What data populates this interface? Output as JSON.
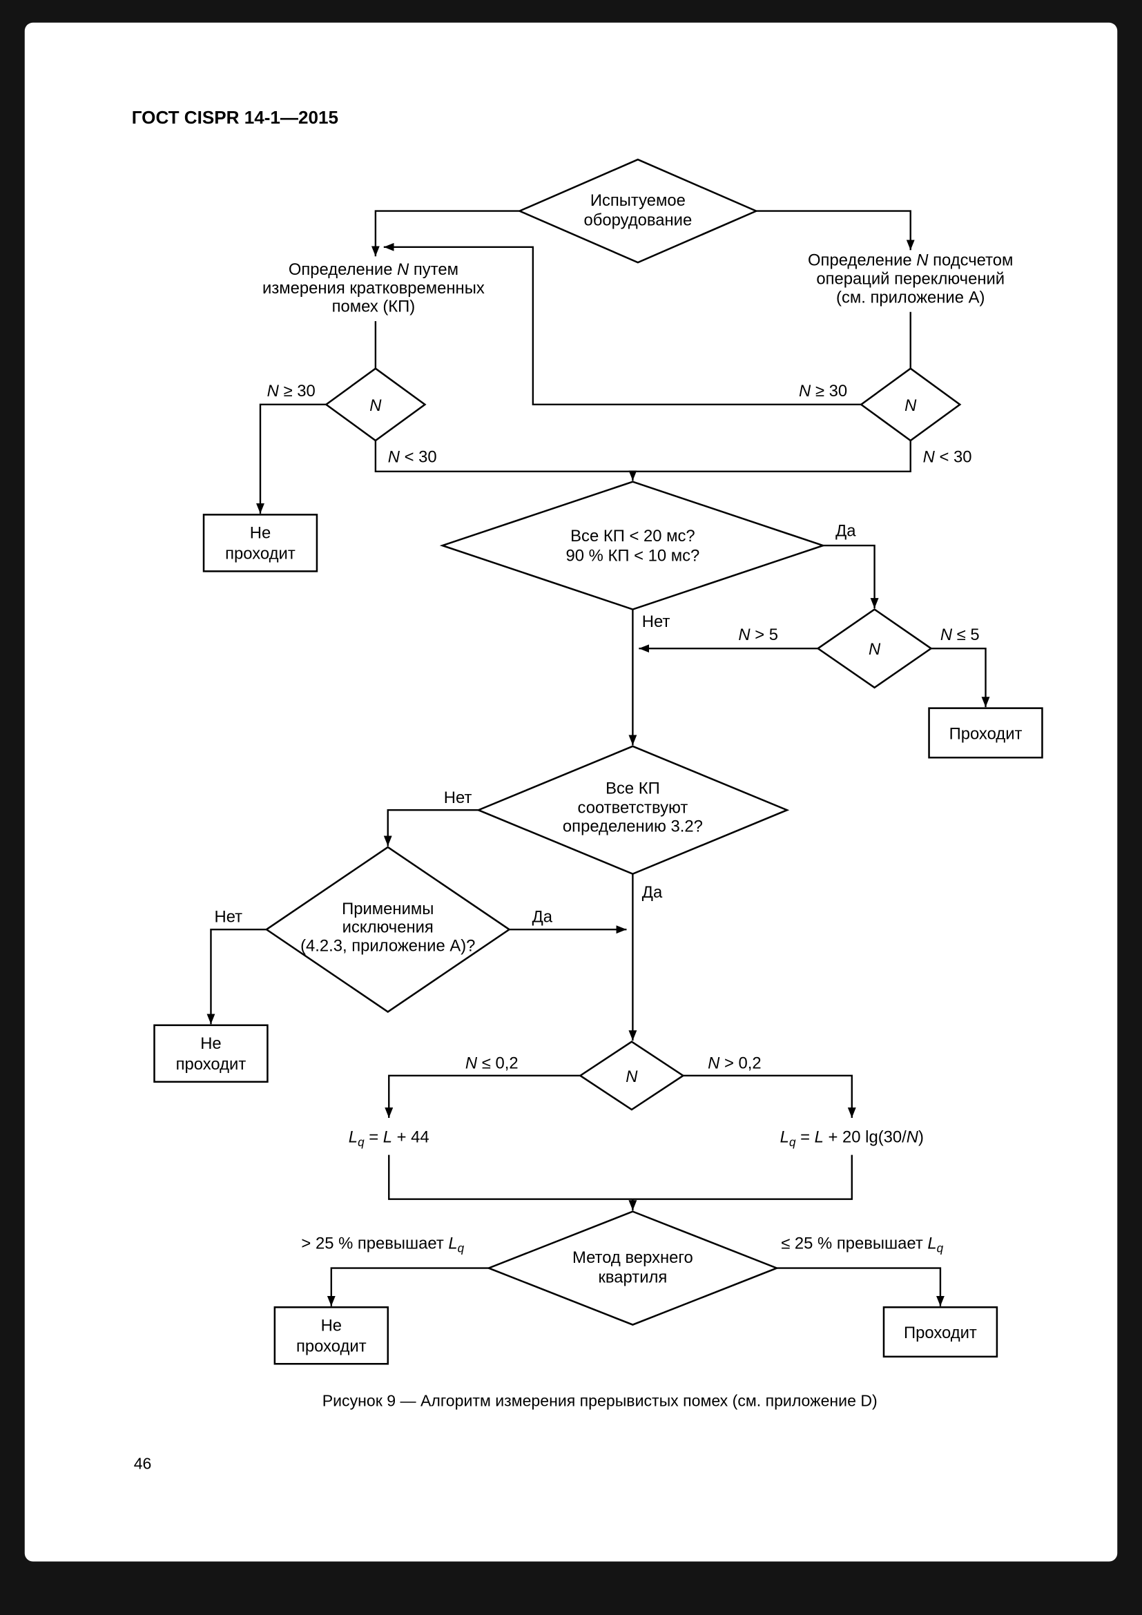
{
  "page": {
    "header": "ГОСТ CISPR 14-1—2015",
    "caption": "Рисунок 9 — Алгоритм измерения прерывистых помех (см. приложение D)",
    "page_number": "46"
  },
  "diagram": {
    "n": "N",
    "eut": {
      "l1": "Испытуемое",
      "l2": "оборудование"
    },
    "left_method": {
      "pre": "Определение ",
      "n": "N",
      "post": " путем",
      "l2": "измерения кратковременных",
      "l3": "помех (КП)"
    },
    "right_method": {
      "pre": "Определение ",
      "n": "N",
      "post": " подсчетом",
      "l2": "операций переключений",
      "l3": "(см. приложение А)"
    },
    "labels": {
      "ge30": " ≥ 30",
      "lt30": " < 30",
      "gt5": " > 5",
      "le5": " ≤ 5",
      "le02": " ≤ 0,2",
      "gt02": " > 0,2",
      "yes": "Да",
      "no": "Нет"
    },
    "clicks": {
      "l1": "Все КП < 20 мс?",
      "l2": "90 % КП < 10 мс?"
    },
    "def32": {
      "l1": "Все КП",
      "l2": "соответствуют",
      "l3": "определению 3.2?"
    },
    "exceptions": {
      "l1": "Применимы",
      "l2": "исключения",
      "l3": "(4.2.3, приложение А)?"
    },
    "quartile": {
      "l1": "Метод верхнего",
      "l2": "квартиля"
    },
    "fail": {
      "l1": "Не",
      "l2": "проходит"
    },
    "pass": "Проходит",
    "formula_left": {
      "L": "L",
      "q": "q",
      "eq": " = ",
      "L2": "L",
      "rest": " + 44"
    },
    "formula_right": {
      "L": "L",
      "q": "q",
      "eq": " = ",
      "L2": "L",
      "rest": " + 20 lg(30/",
      "n": "N",
      "close": ")"
    },
    "quartile_left_label": {
      "pre": "> 25 % превышает ",
      "L": "L",
      "q": "q"
    },
    "quartile_right_label": {
      "pre": "≤ 25 % превышает ",
      "L": "L",
      "q": "q"
    }
  }
}
